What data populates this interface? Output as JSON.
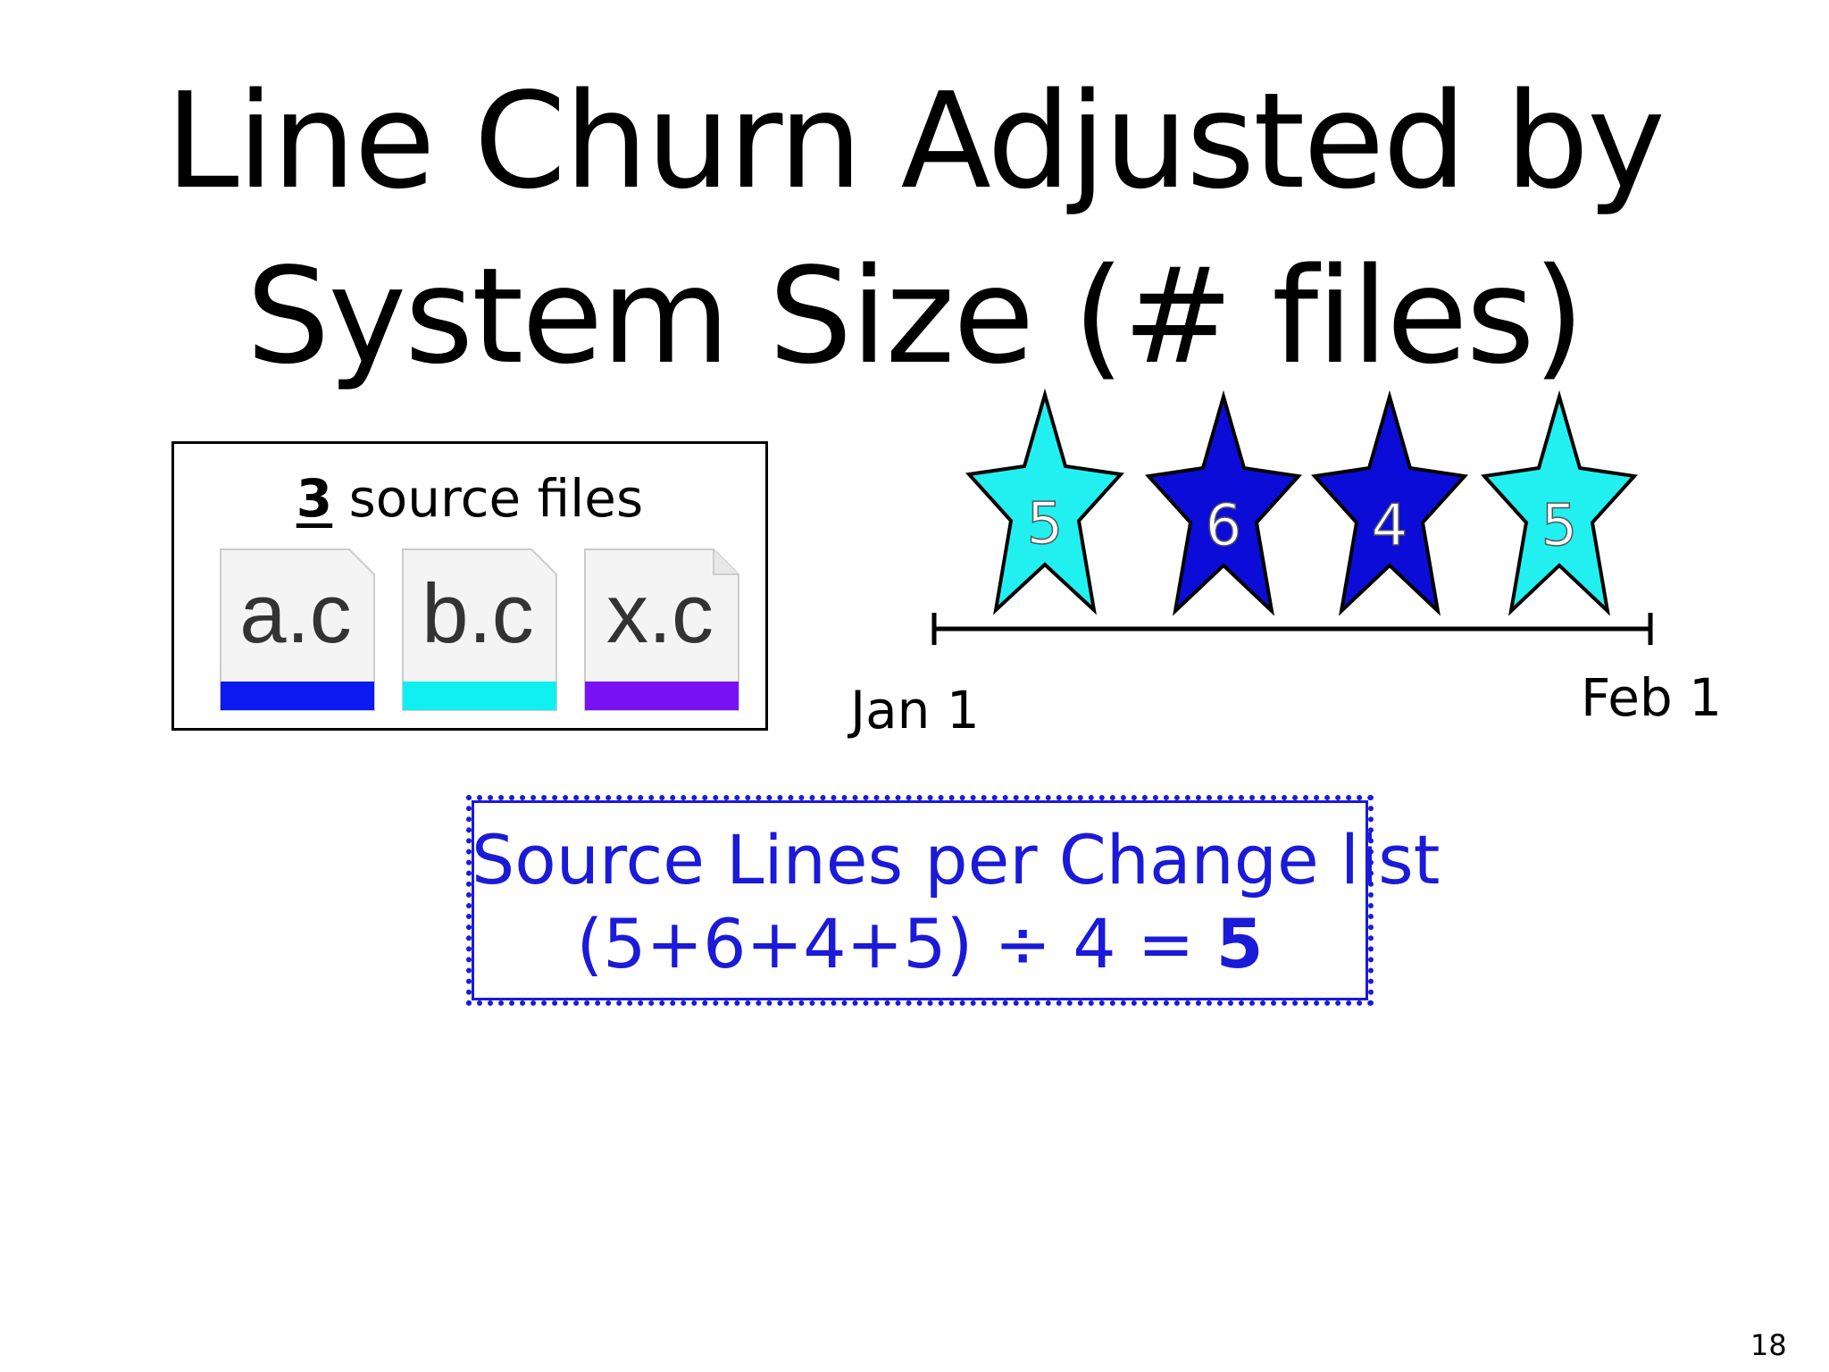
{
  "title": {
    "line1": "Line Churn Adjusted by",
    "line2": "System Size (# files)"
  },
  "files": {
    "count": "3",
    "label": "source files",
    "items": [
      {
        "name": "a.c",
        "color": "#0a1af0"
      },
      {
        "name": "b.c",
        "color": "#10f0f0"
      },
      {
        "name": "x.c",
        "color": "#7a12f5"
      }
    ]
  },
  "timeline": {
    "start_label": "Jan 1",
    "end_label": "Feb 1",
    "changes": [
      {
        "value": "5",
        "color": "#22f0f0",
        "text_color": "#ffffff"
      },
      {
        "value": "6",
        "color": "#0c0cd8",
        "text_color": "#ffffff"
      },
      {
        "value": "4",
        "color": "#0c0cd8",
        "text_color": "#ffffff"
      },
      {
        "value": "5",
        "color": "#22f0f0",
        "text_color": "#ffffff"
      }
    ]
  },
  "formula": {
    "line1": "Source Lines per Change list",
    "expression": "(5+6+4+5) ÷ 4 = ",
    "result": "5",
    "color": "#1a1ad8"
  },
  "page_number": "18"
}
